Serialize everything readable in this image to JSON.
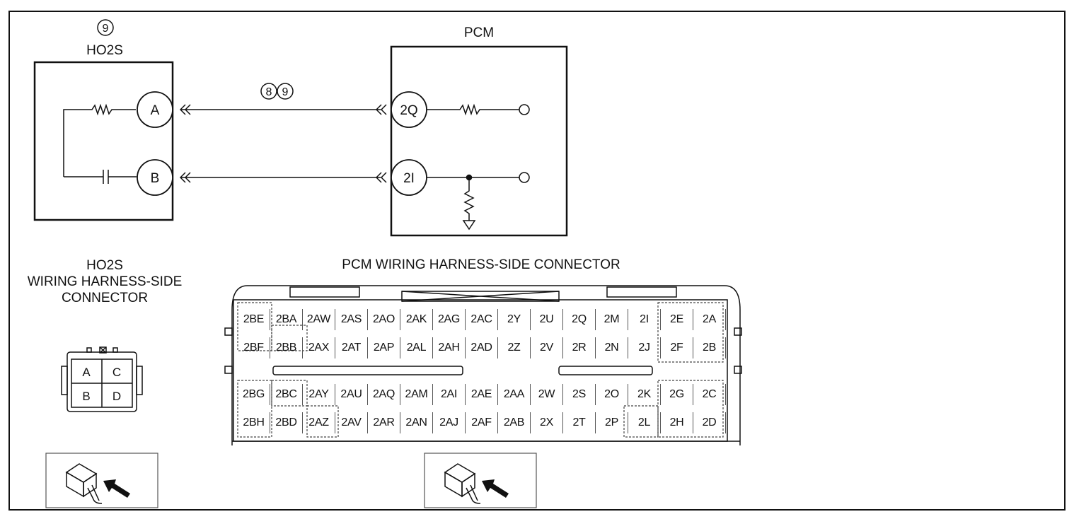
{
  "sensor": {
    "ref_number": "9",
    "title": "HO2S",
    "pins": [
      "A",
      "B"
    ]
  },
  "pcm": {
    "title": "PCM",
    "pins": [
      "2Q",
      "2I"
    ]
  },
  "wire_refs": [
    "8",
    "9"
  ],
  "ho2s_connector": {
    "title_lines": [
      "HO2S",
      "WIRING HARNESS-SIDE",
      "CONNECTOR"
    ],
    "cells": [
      [
        "A",
        "C"
      ],
      [
        "B",
        "D"
      ]
    ]
  },
  "pcm_connector": {
    "title": "PCM WIRING HARNESS-SIDE CONNECTOR",
    "upper_rows": [
      [
        "2BE",
        "2BA",
        "2AW",
        "2AS",
        "2AO",
        "2AK",
        "2AG",
        "2AC",
        "2Y",
        "2U",
        "2Q",
        "2M",
        "2I",
        "2E",
        "2A"
      ],
      [
        "2BF",
        "2BB",
        "2AX",
        "2AT",
        "2AP",
        "2AL",
        "2AH",
        "2AD",
        "2Z",
        "2V",
        "2R",
        "2N",
        "2J",
        "2F",
        "2B"
      ]
    ],
    "lower_rows": [
      [
        "2BG",
        "2BC",
        "2AY",
        "2AU",
        "2AQ",
        "2AM",
        "2AI",
        "2AE",
        "2AA",
        "2W",
        "2S",
        "2O",
        "2K",
        "2G",
        "2C"
      ],
      [
        "2BH",
        "2BD",
        "2AZ",
        "2AV",
        "2AR",
        "2AN",
        "2AJ",
        "2AF",
        "2AB",
        "2X",
        "2T",
        "2P",
        "2L",
        "2H",
        "2D"
      ]
    ]
  },
  "icons": [
    "connector-view-icon",
    "connector-view-icon"
  ]
}
